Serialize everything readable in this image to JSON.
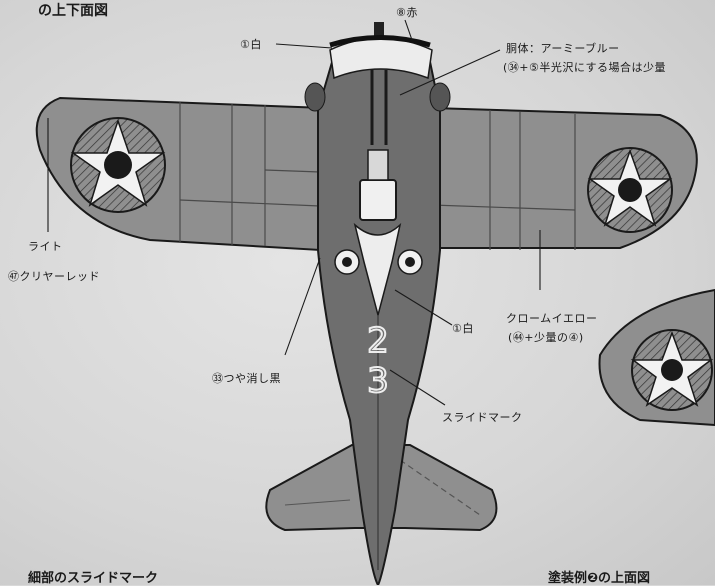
{
  "header": {
    "title_partial": "の上下面図"
  },
  "callouts": {
    "white_cowl": "①白",
    "red_spinner": "⑧赤",
    "fuselage": "胴体：アーミーブルー",
    "fuselage_note": "(㉞+⑤半光沢にする場合は少量",
    "light": "ライト",
    "light_paint": "㊼クリヤーレッド",
    "wing_color": "クロームイエロー",
    "wing_color_mix": "(㊹+少量の④)",
    "white_nose": "①白",
    "flat_black": "㉝つや消し黒",
    "slide_mark": "スライドマーク"
  },
  "aircraft": {
    "number_top": "2",
    "number_bottom": "3"
  },
  "footer": {
    "left": "細部のスライドマーク",
    "right": "塗装例❷の上面図"
  },
  "colors": {
    "ink": "#1a1a1a",
    "wing": "#8f8f8f",
    "fuselage": "#6e6e6e",
    "black": "#202020",
    "paper": "#dcdcdc"
  }
}
